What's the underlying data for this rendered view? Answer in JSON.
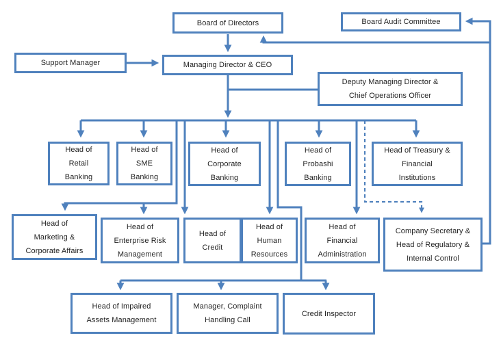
{
  "diagram": {
    "type": "org-chart",
    "colors": {
      "line": "#4f81bd",
      "box_border": "#4f81bd",
      "text": "#242424",
      "background": "#ffffff"
    },
    "nodes": {
      "board_of_directors": {
        "label": "Board of Directors"
      },
      "board_audit_committee": {
        "label": "Board Audit Committee"
      },
      "support_manager": {
        "label": "Support Manager"
      },
      "managing_director_ceo": {
        "label": "Managing Director & CEO"
      },
      "deputy_md_coo": {
        "label": "Deputy Managing Director &\nChief Operations Officer"
      },
      "head_retail_banking": {
        "label": "Head of\nRetail\nBanking"
      },
      "head_sme_banking": {
        "label": "Head of\nSME\nBanking"
      },
      "head_corporate_banking": {
        "label": "Head of\nCorporate\nBanking"
      },
      "head_probashi_banking": {
        "label": "Head of\nProbashi\nBanking"
      },
      "head_treasury_fi": {
        "label": "Head of Treasury &\nFinancial\nInstitutions"
      },
      "head_marketing_corporate_affairs": {
        "label": "Head of\nMarketing &\nCorporate Affairs"
      },
      "head_enterprise_risk_management": {
        "label": "Head of\nEnterprise Risk\nManagement"
      },
      "head_of_credit": {
        "label": "Head of\nCredit"
      },
      "head_human_resources": {
        "label": "Head of\nHuman\nResources"
      },
      "head_financial_administration": {
        "label": "Head of\nFinancial\nAdministration"
      },
      "company_secretary_regulatory_internal_control": {
        "label": "Company Secretary &\nHead of Regulatory &\nInternal Control"
      },
      "head_impaired_assets_management": {
        "label": "Head of Impaired\nAssets Management"
      },
      "manager_complaint_handling_call": {
        "label": "Manager, Complaint\nHandling Call"
      },
      "credit_inspector": {
        "label": "Credit Inspector"
      }
    },
    "edges": [
      {
        "from": "board_of_directors",
        "to": "managing_director_ceo",
        "style": "solid-arrow"
      },
      {
        "from": "support_manager",
        "to": "managing_director_ceo",
        "style": "solid-arrow"
      },
      {
        "from": "managing_director_ceo",
        "to": "deputy_md_coo",
        "style": "solid-line"
      },
      {
        "from": "managing_director_ceo",
        "to": "head_retail_banking",
        "style": "solid-arrow"
      },
      {
        "from": "managing_director_ceo",
        "to": "head_sme_banking",
        "style": "solid-arrow"
      },
      {
        "from": "managing_director_ceo",
        "to": "head_corporate_banking",
        "style": "solid-arrow"
      },
      {
        "from": "managing_director_ceo",
        "to": "head_probashi_banking",
        "style": "solid-arrow"
      },
      {
        "from": "managing_director_ceo",
        "to": "head_treasury_fi",
        "style": "solid-arrow"
      },
      {
        "from": "managing_director_ceo",
        "to": "head_marketing_corporate_affairs",
        "style": "solid-arrow"
      },
      {
        "from": "managing_director_ceo",
        "to": "head_enterprise_risk_management",
        "style": "solid-arrow"
      },
      {
        "from": "managing_director_ceo",
        "to": "head_of_credit",
        "style": "solid-arrow"
      },
      {
        "from": "managing_director_ceo",
        "to": "head_human_resources",
        "style": "solid-arrow"
      },
      {
        "from": "managing_director_ceo",
        "to": "head_financial_administration",
        "style": "solid-arrow"
      },
      {
        "from": "managing_director_ceo",
        "to": "company_secretary_regulatory_internal_control",
        "style": "dashed-arrow"
      },
      {
        "from": "managing_director_ceo",
        "to": "head_impaired_assets_management",
        "style": "solid-arrow"
      },
      {
        "from": "managing_director_ceo",
        "to": "manager_complaint_handling_call",
        "style": "solid-arrow"
      },
      {
        "from": "managing_director_ceo",
        "to": "credit_inspector",
        "style": "solid-arrow"
      },
      {
        "from": "company_secretary_regulatory_internal_control",
        "to": "board_audit_committee",
        "style": "solid-arrow"
      },
      {
        "from": "company_secretary_regulatory_internal_control",
        "to": "board_of_directors",
        "style": "solid-arrow"
      }
    ]
  }
}
